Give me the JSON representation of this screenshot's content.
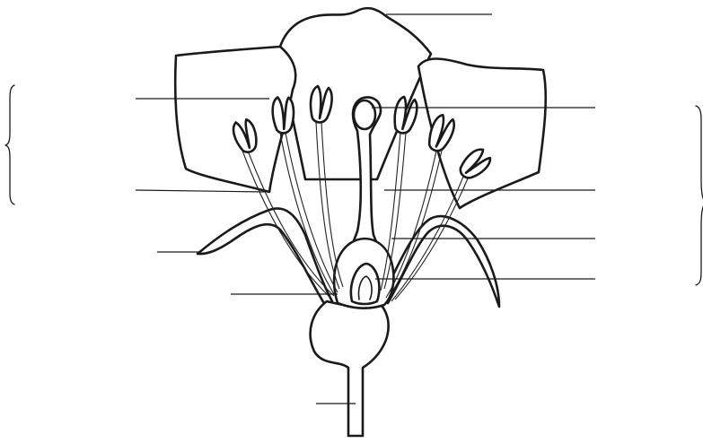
{
  "diagram": {
    "colors": {
      "ink": "#1a1a1a",
      "background": "#ffffff"
    },
    "label_lines": [
      {
        "id": "petal-top"
      },
      {
        "id": "anther"
      },
      {
        "id": "stigma"
      },
      {
        "id": "filament"
      },
      {
        "id": "style"
      },
      {
        "id": "sepal-left"
      },
      {
        "id": "sepal-right"
      },
      {
        "id": "ovary"
      },
      {
        "id": "ovule"
      },
      {
        "id": "stalk"
      }
    ],
    "brackets": [
      {
        "id": "left-bracket"
      },
      {
        "id": "right-bracket"
      }
    ]
  }
}
